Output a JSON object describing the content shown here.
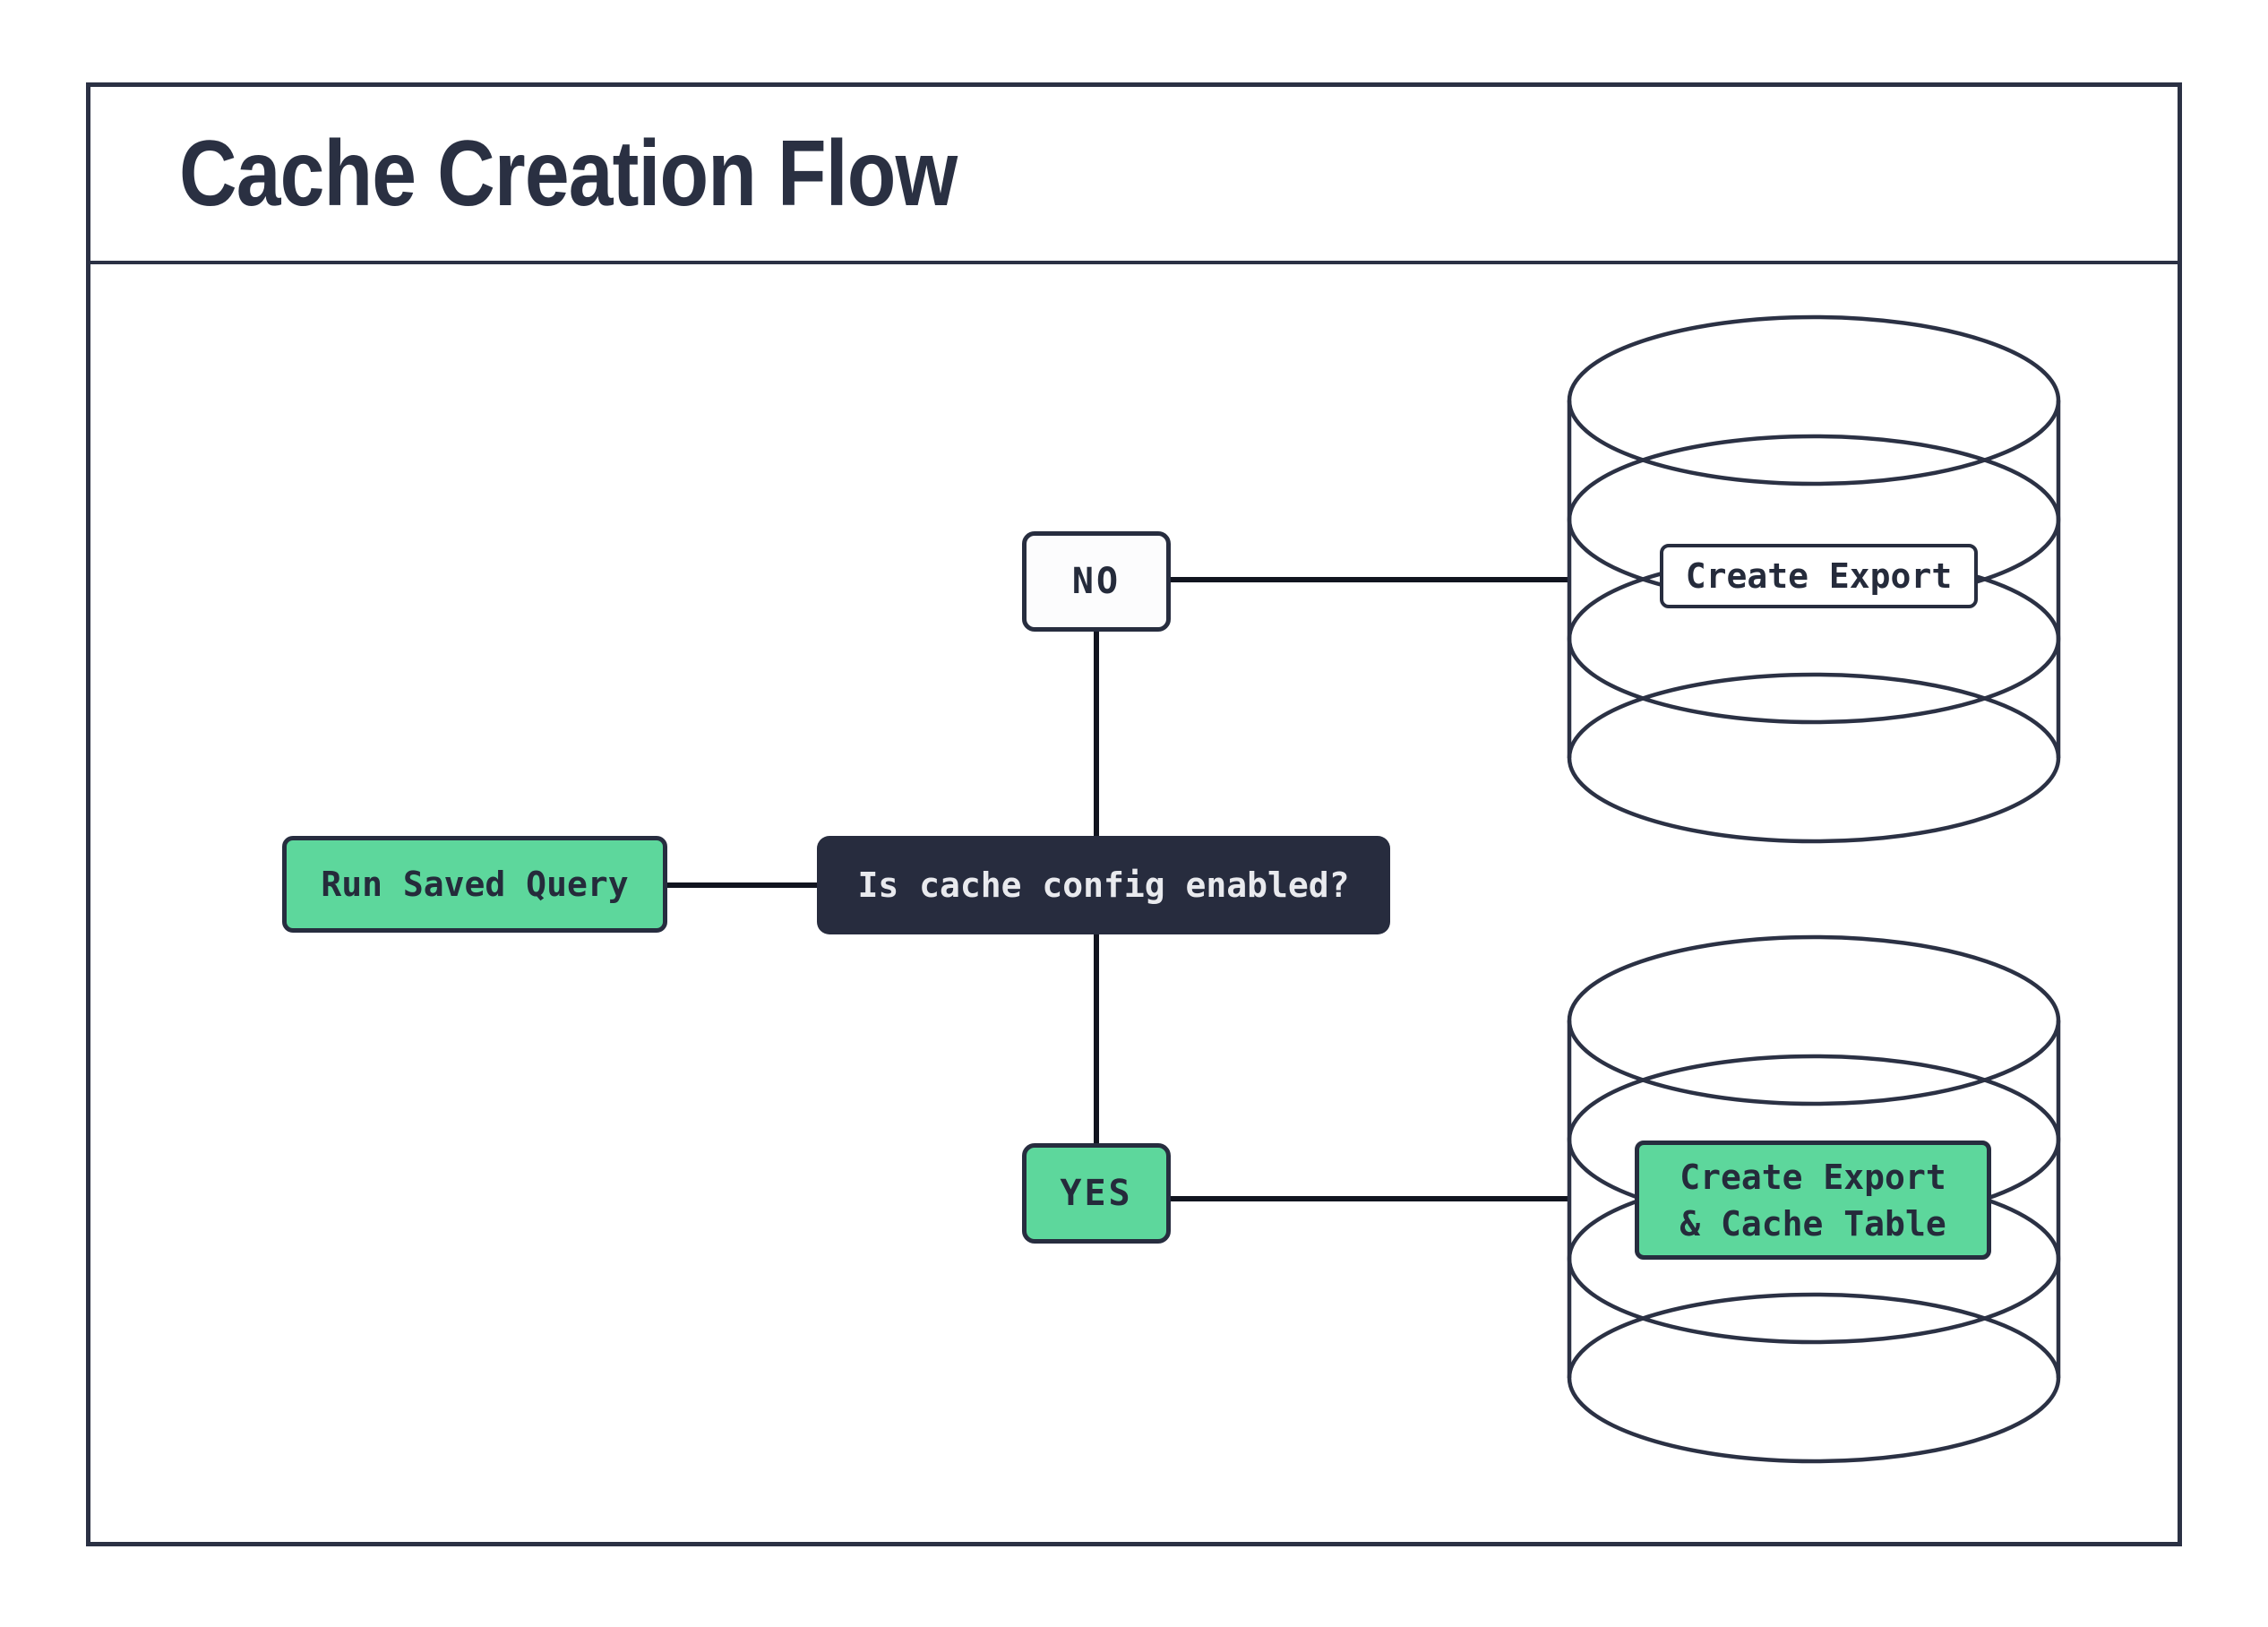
{
  "title": "Cache Creation Flow",
  "nodes": {
    "start": {
      "label": "Run Saved Query"
    },
    "decision": {
      "label": "Is cache config enabled?"
    },
    "no_branch": {
      "label": "NO"
    },
    "yes_branch": {
      "label": "YES"
    },
    "no_result": {
      "label": "Create Export"
    },
    "yes_result": {
      "line1": "Create Export",
      "line2": "& Cache Table"
    }
  },
  "icons": {
    "top": "database-icon",
    "bottom": "database-icon"
  },
  "colors": {
    "background": "#ffffff",
    "outline_dark": "#2b3144",
    "connector_line": "#11141f",
    "node_green": "#5dd79c",
    "decision_bg": "#272c3e",
    "decision_text": "#e9eaee",
    "text_dark": "#252b3b",
    "white_node_bg": "#fcfcfd"
  }
}
